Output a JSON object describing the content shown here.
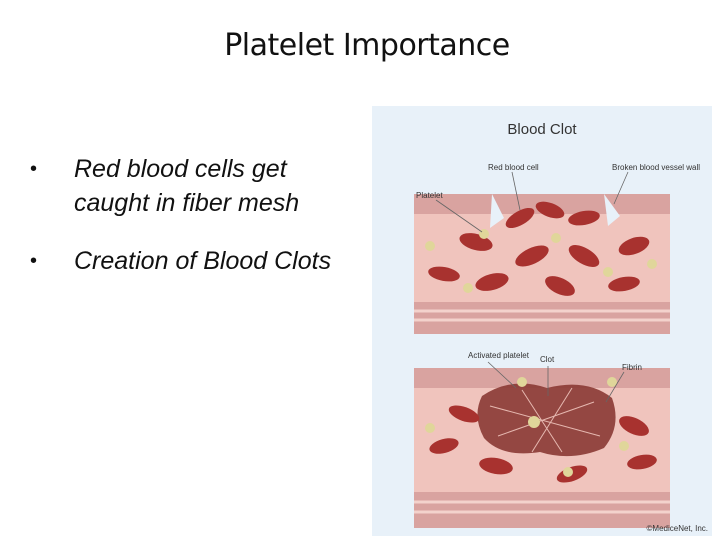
{
  "slide": {
    "title": "Platelet Importance",
    "bullets": [
      "Red blood cells get caught in fiber mesh",
      "Creation of Blood Clots"
    ]
  },
  "figure": {
    "title": "Blood Clot",
    "top_labels": {
      "platelet": "Platelet",
      "red_blood_cell": "Red blood cell",
      "broken_vessel_wall": "Broken blood vessel wall"
    },
    "bottom_labels": {
      "activated_platelet": "Activated platelet",
      "clot": "Clot",
      "fibrin": "Fibrin"
    },
    "copyright": "©MediceNet, Inc."
  },
  "colors": {
    "figure_bg": "#e8f1f9",
    "vessel_wall": "#d9a3a0",
    "vessel_inner": "#f0c4bd",
    "red_cell": "#a8322f",
    "platelet": "#e0d69a"
  }
}
